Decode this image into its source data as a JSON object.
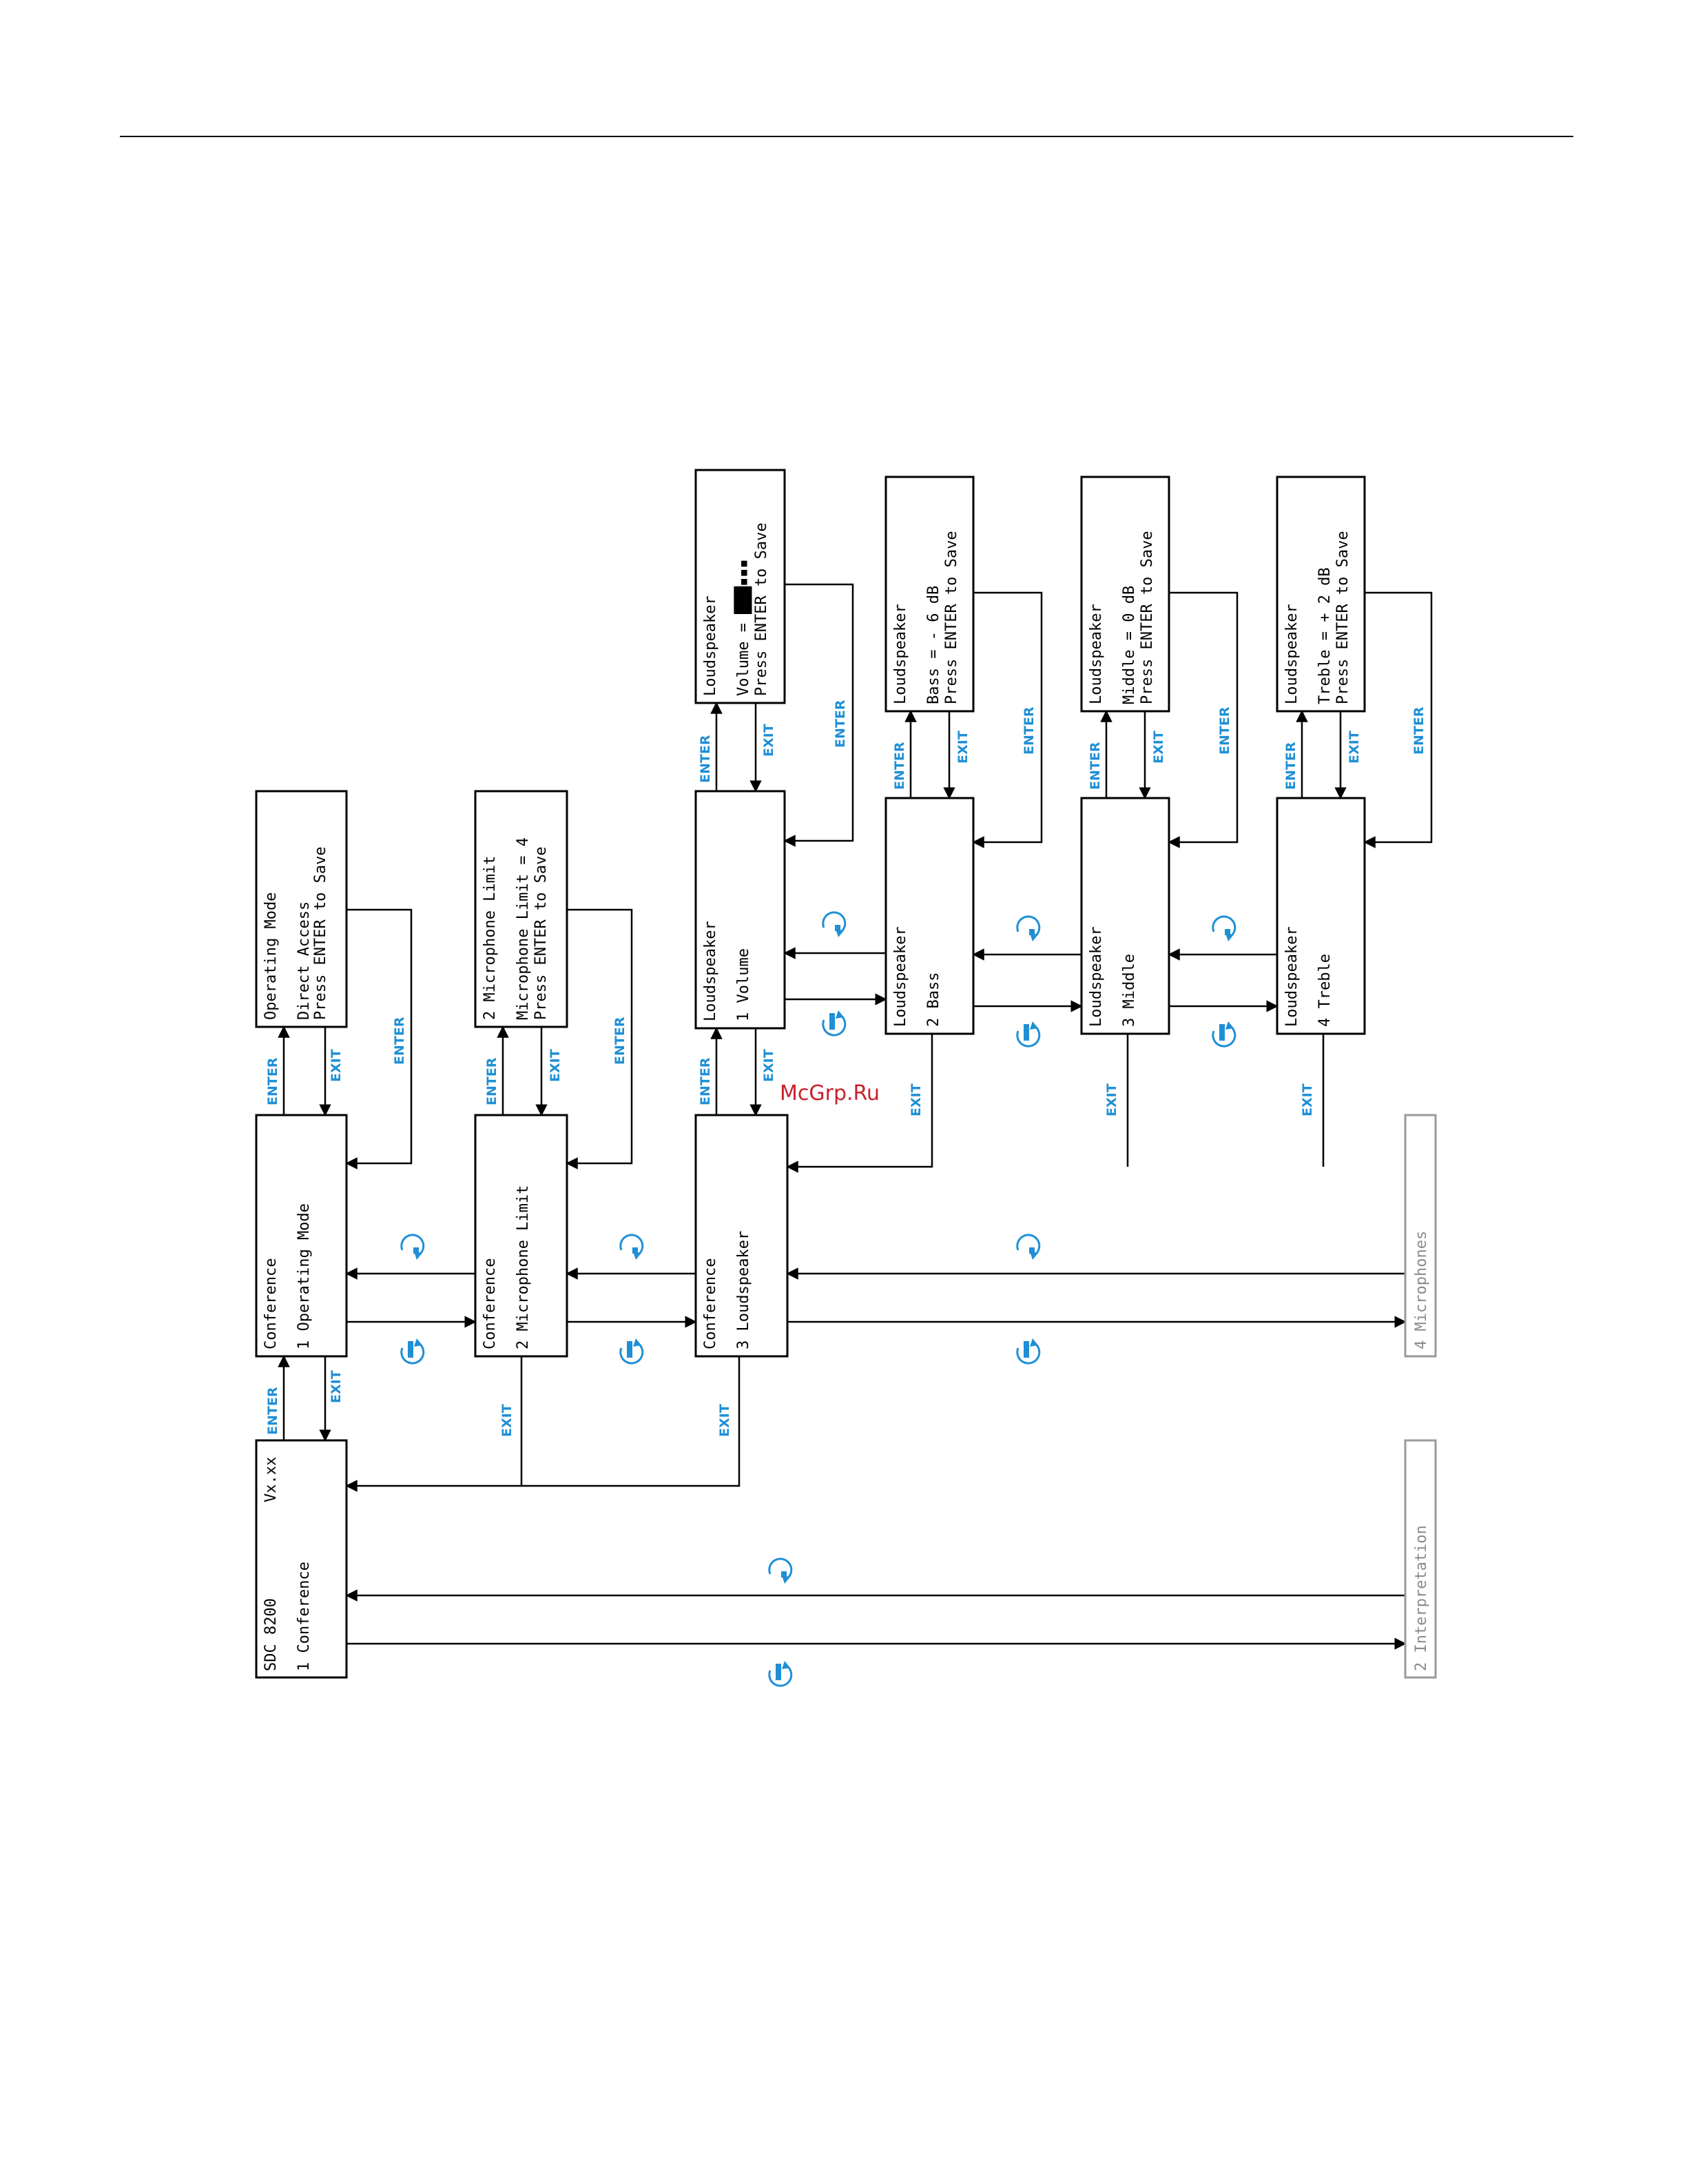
{
  "screens": {
    "root": {
      "line1": "SDC 8200",
      "line1b": "Vx.xx",
      "line2": "1 Conference"
    },
    "conf_opmode": {
      "line1": "Conference",
      "line2": "1 Operating Mode"
    },
    "conf_miclimit": {
      "line1": "Conference",
      "line2": "2 Microphone Limit"
    },
    "conf_loudspeaker": {
      "line1": "Conference",
      "line2": "3 Loudspeaker"
    },
    "opmode_edit": {
      "line1": "Operating Mode",
      "line2": "Direct Access",
      "line3": "Press ENTER to Save"
    },
    "miclimit_edit": {
      "line1": "2 Microphone Limit",
      "line2": "Microphone Limit = 4",
      "line3": "Press ENTER to Save"
    },
    "ls_volume": {
      "line1": "Loudspeaker",
      "line2": "1 Volume"
    },
    "ls_bass": {
      "line1": "Loudspeaker",
      "line2": "2 Bass"
    },
    "ls_middle": {
      "line1": "Loudspeaker",
      "line2": "3 Middle"
    },
    "ls_treble": {
      "line1": "Loudspeaker",
      "line2": "4 Treble"
    },
    "volume_edit": {
      "line1": "Loudspeaker",
      "line2": "Volume = ███▪▪▪",
      "line3": "Press ENTER to Save"
    },
    "bass_edit": {
      "line1": "Loudspeaker",
      "line2": "Bass = - 6 dB",
      "line3": "Press ENTER to Save"
    },
    "middle_edit": {
      "line1": "Loudspeaker",
      "line2": "Middle = 0 dB",
      "line3": "Press ENTER to Save"
    },
    "treble_edit": {
      "line1": "Loudspeaker",
      "line2": "Treble = + 2 dB",
      "line3": "Press ENTER to Save"
    },
    "microphones": {
      "line1": "4 Microphones"
    },
    "interpretation": {
      "line1": "2 Interpretation"
    }
  },
  "keys": {
    "enter": "ENTER",
    "exit": "EXIT"
  },
  "icons": {
    "rotary_up": "rotary-up-icon",
    "rotary_down": "rotary-down-icon"
  },
  "colors": {
    "key_label": "#1f8fd6",
    "watermark": "#c8202a"
  },
  "watermark": "McGrp.Ru"
}
